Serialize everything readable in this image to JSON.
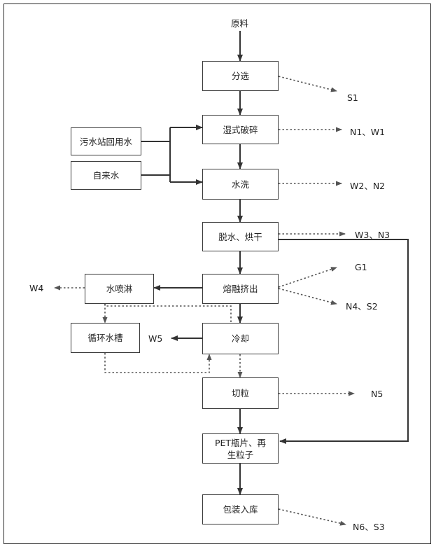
{
  "source_label": "原料",
  "process": {
    "sorting": "分选",
    "wet_crushing": "湿式破碎",
    "washing": "水洗",
    "dewater_dry": "脱水、烘干",
    "melt_extrude": "熔融挤出",
    "cooling": "冷却",
    "pelletizing": "切粒",
    "product": "PET瓶片、再生粒子",
    "packaging": "包装入库"
  },
  "water_sources": {
    "recycled": "污水站回用水",
    "tap": "自来水"
  },
  "aux": {
    "spray": "水喷淋",
    "tank": "循环水槽"
  },
  "outputs": {
    "s1": "S1",
    "n1w1": "N1、W1",
    "w2n2": "W2、N2",
    "w3n3": "W3、N3",
    "g1": "G1",
    "n4s2": "N4、S2",
    "w4": "W4",
    "w5": "W5",
    "n5": "N5",
    "n6s3": "N6、S3"
  }
}
